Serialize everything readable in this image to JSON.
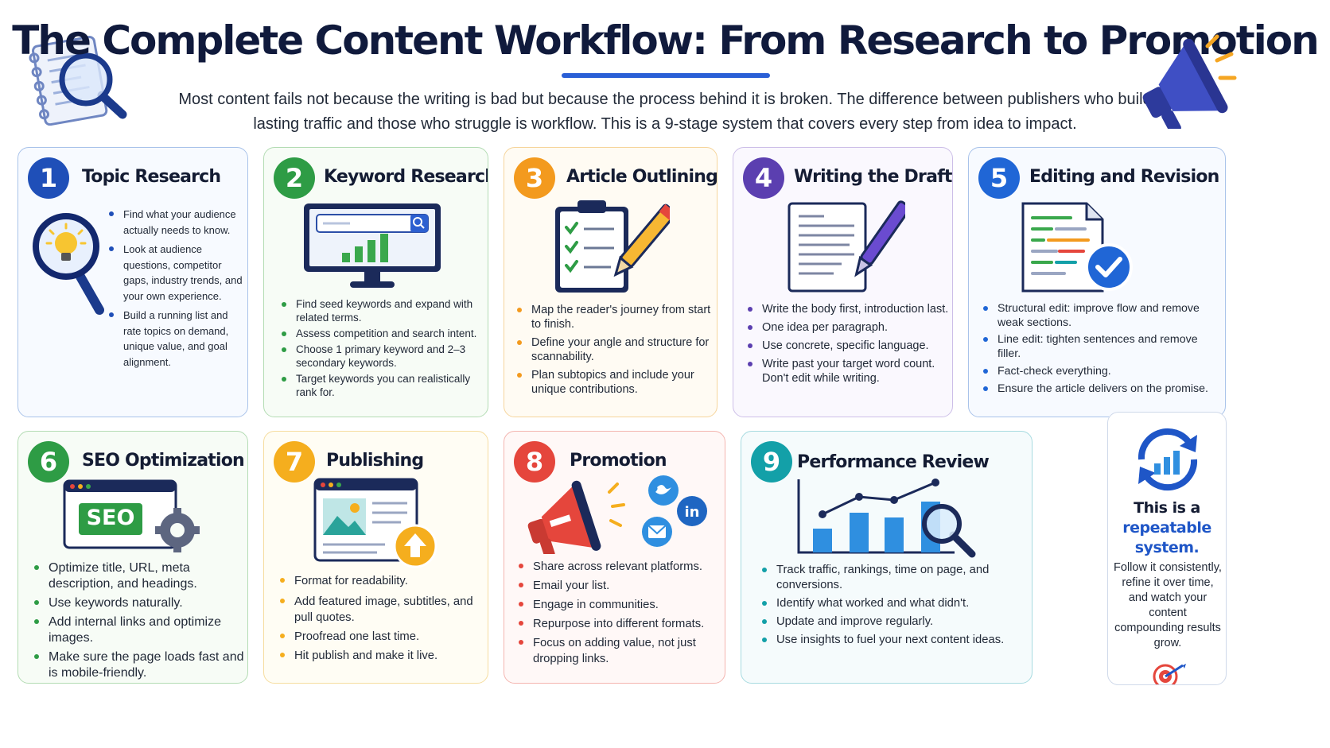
{
  "header": {
    "title": "The Complete Content Workflow: From Research to Promotion",
    "subtitle": "Most content fails not because the writing is bad but because the process behind it is broken. The difference between publishers who build lasting traffic and those who struggle is workflow. This is a 9-stage system that covers every step from idea to impact.",
    "left_icon": "notebook-magnifier-icon",
    "right_icon": "megaphone-icon"
  },
  "stages": [
    {
      "number": "1",
      "title": "Topic Research",
      "color": "#1f4fb8",
      "icon": "lightbulb-magnifier-icon",
      "bullets": [
        "Find what your audience actually needs to know.",
        "Look at audience questions, competitor gaps, industry trends, and your own experience.",
        "Build a running list and rate topics on demand, unique value, and goal alignment."
      ]
    },
    {
      "number": "2",
      "title": "Keyword Research",
      "color": "#2e9c45",
      "icon": "search-monitor-icon",
      "bullets": [
        "Find seed keywords and expand with related terms.",
        "Assess competition and search intent.",
        "Choose 1 primary keyword and 2–3 secondary keywords.",
        "Target keywords you can realistically rank for."
      ]
    },
    {
      "number": "3",
      "title": "Article Outlining",
      "color": "#f39a1e",
      "icon": "clipboard-pencil-icon",
      "bullets": [
        "Map the reader's journey from start to finish.",
        "Define your angle and structure for scannability.",
        "Plan subtopics and include your unique contributions."
      ]
    },
    {
      "number": "4",
      "title": "Writing the Draft",
      "color": "#5b3fb0",
      "icon": "document-pen-icon",
      "bullets": [
        "Write the body first, introduction last.",
        "One idea per paragraph.",
        "Use concrete, specific language.",
        "Write past your target word count. Don't edit while writing."
      ]
    },
    {
      "number": "5",
      "title": "Editing and Revision",
      "color": "#2066d6",
      "icon": "edited-document-check-icon",
      "bullets": [
        "Structural edit: improve flow and remove weak sections.",
        "Line edit: tighten sentences and remove filler.",
        "Fact-check everything.",
        "Ensure the article delivers on the promise."
      ]
    },
    {
      "number": "6",
      "title": "SEO Optimization",
      "color": "#2e9c45",
      "icon": "seo-browser-gear-icon",
      "seo_label": "SEO",
      "bullets": [
        "Optimize title, URL, meta description, and headings.",
        "Use keywords naturally.",
        "Add internal links and optimize images.",
        "Make sure the page loads fast and is mobile-friendly."
      ]
    },
    {
      "number": "7",
      "title": "Publishing",
      "color": "#f5ae1e",
      "icon": "browser-upload-icon",
      "bullets": [
        "Format for readability.",
        "Add featured image, subtitles, and pull quotes.",
        "Proofread one last time.",
        "Hit publish and make it live."
      ]
    },
    {
      "number": "8",
      "title": "Promotion",
      "color": "#e5463c",
      "icon": "megaphone-social-icon",
      "bullets": [
        "Share across relevant platforms.",
        "Email your list.",
        "Engage in communities.",
        "Repurpose into different formats.",
        "Focus on adding value, not just dropping links."
      ]
    },
    {
      "number": "9",
      "title": "Performance Review",
      "color": "#13a0a8",
      "icon": "chart-magnifier-icon",
      "bullets": [
        "Track traffic, rankings, time on page, and conversions.",
        "Identify what worked and what didn't.",
        "Update and improve regularly.",
        "Use insights to fuel your next content ideas."
      ]
    }
  ],
  "summary": {
    "heading_pre": "This is a",
    "heading_accent": "repeatable system.",
    "body": "Follow it consistently, refine it over time, and watch your content compounding results grow.",
    "top_icon": "cycle-chart-icon",
    "bottom_icon": "target-icon"
  },
  "colors": {
    "title": "#101a3c",
    "accent_blue": "#1f56c7",
    "card_borders": [
      "#a9c3ea",
      "#b4dcb4",
      "#f6d59c",
      "#cdbfe8",
      "#a9c3ea",
      "#b4dcb4",
      "#f6dd9f",
      "#f4b5b0",
      "#a7dbe0"
    ]
  }
}
